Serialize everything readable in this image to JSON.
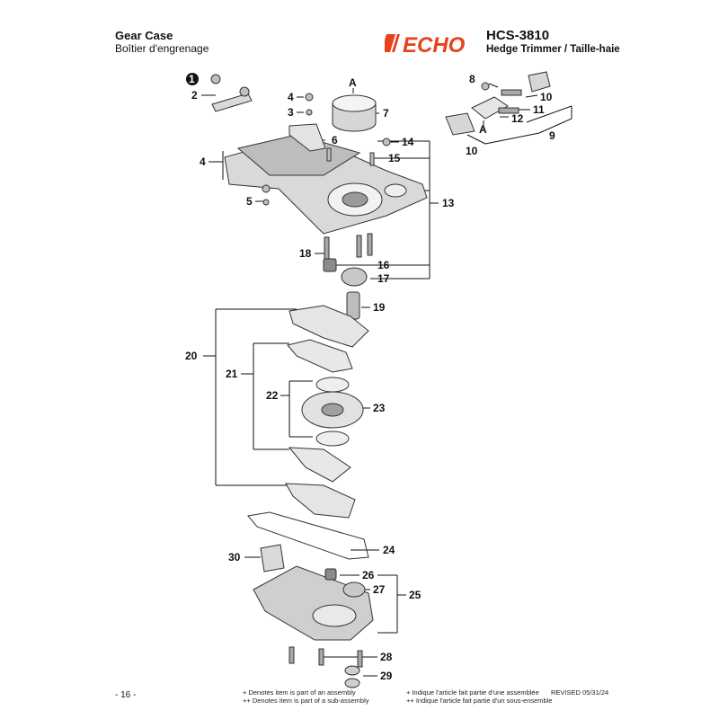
{
  "header": {
    "title": "Gear Case",
    "subtitle": "Boîtier d'engrenage",
    "brand": "ECHO",
    "model": "HCS-3810",
    "product": "Hedge Trimmer / Taille-haie"
  },
  "callouts": {
    "c1": "1",
    "c2": "2",
    "c3": "3",
    "c4a": "4",
    "c4b": "4",
    "c5": "5",
    "c6": "6",
    "c7": "7",
    "c8": "8",
    "c9": "9",
    "c10a": "10",
    "c10b": "10",
    "c11": "11",
    "c12": "12",
    "c13": "13",
    "c14": "14",
    "c15": "15",
    "c16": "16",
    "c17": "17",
    "c18": "18",
    "c19": "19",
    "c20": "20",
    "c21": "21",
    "c22": "22",
    "c23": "23",
    "c24": "24",
    "c25": "25",
    "c26": "26",
    "c27": "27",
    "c28": "28",
    "c29": "29",
    "c30": "30",
    "cA1": "A",
    "cA2": "A"
  },
  "footer": {
    "page": "- 16 -",
    "note_en_1": "+ Denotes item is part of an assembly",
    "note_en_2": "++ Denotes item is part of a sub-assembly",
    "note_fr_1": "+ Indique l'article fait partie d'une assemblée",
    "note_fr_2": "++ Indique l'article fait partie d'un sous-ensemble",
    "revised": "REVISED 05/31/24"
  },
  "colors": {
    "logo_red": "#e8411c",
    "ink": "#111111",
    "part_gray": "#8a8a8a"
  }
}
